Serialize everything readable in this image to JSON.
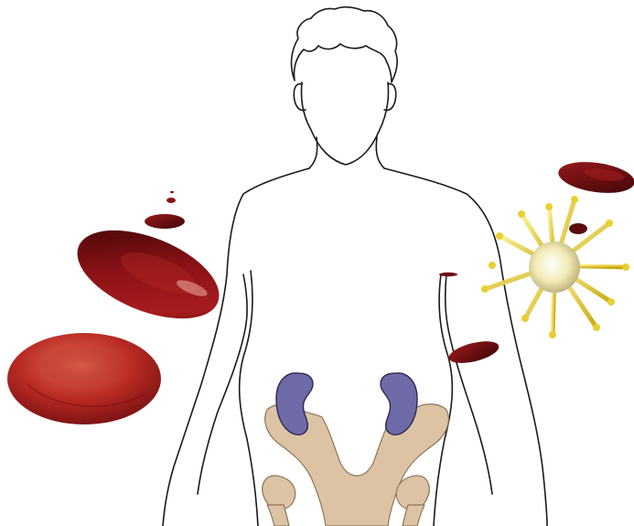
{
  "scene": {
    "caption": ""
  },
  "colors": {
    "background": "#ffffff",
    "outline": "#1a1a1a",
    "rbc_dark": "#5a0a0c",
    "rbc_mid": "#8e1518",
    "rbc_light": "#c8493c",
    "kidney": "#6f6aa8",
    "kidney_outline": "#2c2a55",
    "pelvis": "#dcc3a4",
    "pelvis_outline": "#8f7558",
    "virus_core": "#f3ecb0",
    "virus_spike": "#e8cf32"
  },
  "objects": [
    {
      "name": "body-outline",
      "kind": "line-drawing"
    },
    {
      "name": "kidney-left",
      "kind": "organ"
    },
    {
      "name": "kidney-right",
      "kind": "organ"
    },
    {
      "name": "pelvis",
      "kind": "bone"
    },
    {
      "name": "red-blood-cell-large-front",
      "kind": "cell"
    },
    {
      "name": "red-blood-cell-large-tilted",
      "kind": "cell"
    },
    {
      "name": "red-blood-cell-small",
      "kind": "cell"
    },
    {
      "name": "virus-particle",
      "kind": "pathogen"
    }
  ]
}
